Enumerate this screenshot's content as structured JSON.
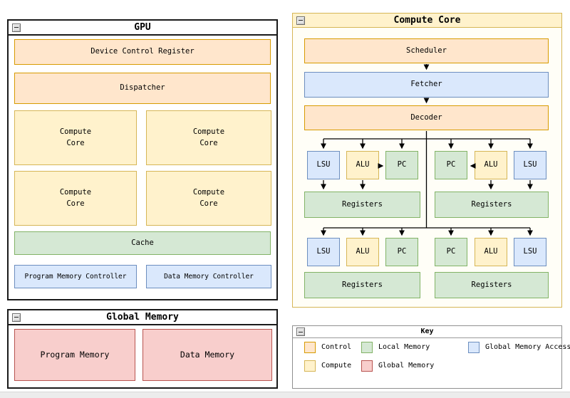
{
  "palette": {
    "control_fill": "#FFE6CC",
    "control_stroke": "#D79B00",
    "compute_fill": "#FFF2CC",
    "compute_stroke": "#D6B656",
    "local_memory_fill": "#D5E8D4",
    "local_memory_stroke": "#82B366",
    "global_memory_fill": "#F8CECC",
    "global_memory_stroke": "#B85450",
    "global_memory_access_fill": "#DAE8FC",
    "global_memory_access_stroke": "#6C8EBF"
  },
  "windows": {
    "gpu": {
      "title": "GPU",
      "collapse_icon": "minimize-icon",
      "boxes": {
        "device_control_register": "Device Control Register",
        "dispatcher": "Dispatcher",
        "compute_core": "Compute Core",
        "cache": "Cache",
        "program_memory_controller": "Program Memory Controller",
        "data_memory_controller": "Data Memory Controller"
      }
    },
    "global_memory": {
      "title": "Global Memory",
      "collapse_icon": "minimize-icon",
      "boxes": {
        "program_memory": "Program Memory",
        "data_memory": "Data Memory"
      }
    },
    "compute_core": {
      "title": "Compute Core",
      "collapse_icon": "minimize-icon",
      "boxes": {
        "scheduler": "Scheduler",
        "fetcher": "Fetcher",
        "decoder": "Decoder",
        "lsu": "LSU",
        "alu": "ALU",
        "pc": "PC",
        "registers": "Registers"
      }
    },
    "key": {
      "title": "Key",
      "collapse_icon": "minimize-icon",
      "items": [
        {
          "label": "Control",
          "fill": "#FFE6CC",
          "stroke": "#D79B00"
        },
        {
          "label": "Local Memory",
          "fill": "#D5E8D4",
          "stroke": "#82B366"
        },
        {
          "label": "Global Memory Access",
          "fill": "#DAE8FC",
          "stroke": "#6C8EBF"
        },
        {
          "label": "Compute",
          "fill": "#FFF2CC",
          "stroke": "#D6B656"
        },
        {
          "label": "Global Memory",
          "fill": "#F8CECC",
          "stroke": "#B85450"
        }
      ]
    }
  }
}
